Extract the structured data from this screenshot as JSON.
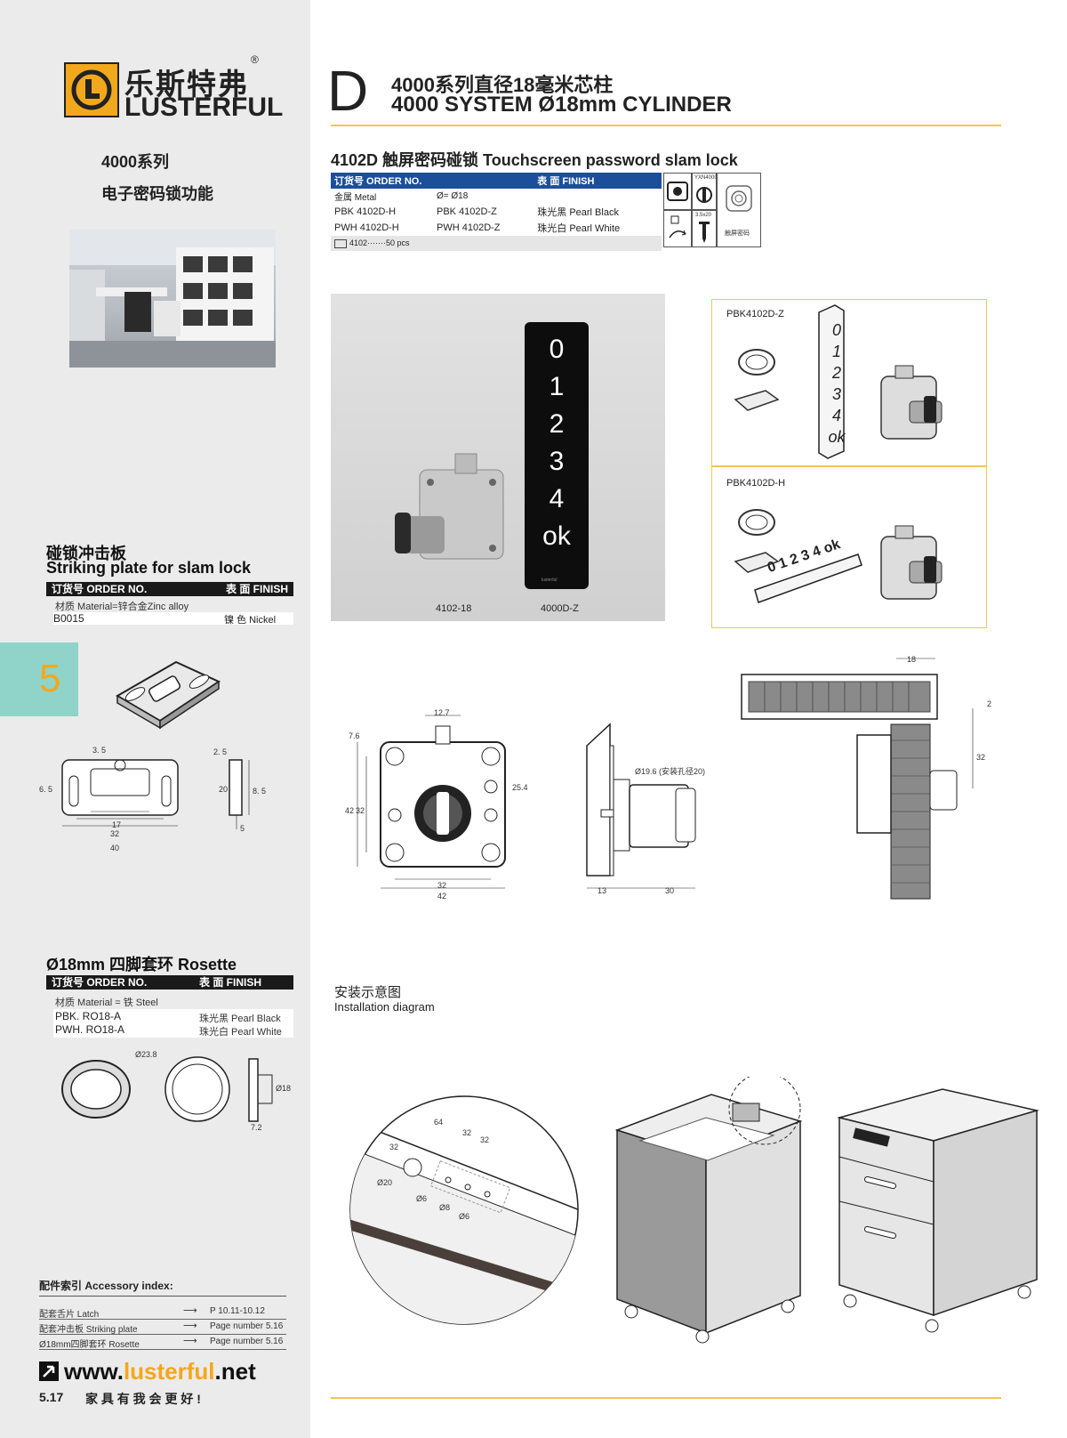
{
  "brand": {
    "name_cn": "乐斯特弗",
    "name_en": "LUSTERFUL",
    "reg_mark": "®"
  },
  "sidebar": {
    "series_title": "4000系列",
    "function_title": "电子密码锁功能",
    "striking_plate": {
      "title_cn": "碰锁冲击板",
      "title_en": "Striking plate for slam lock",
      "header_order": "订货号 ORDER NO.",
      "header_finish": "表 面 FINISH",
      "material": "材质 Material=锌合金Zinc alloy",
      "code": "B0015",
      "finish": "镍 色 Nickel"
    },
    "page_tab": "5",
    "plate_dims": [
      "3. 5",
      "6. 5",
      "17",
      "32",
      "40",
      "2. 5",
      "20",
      "8. 5",
      "5"
    ],
    "rosette": {
      "title": "Ø18mm 四脚套环 Rosette",
      "header_order": "订货号 ORDER NO.",
      "header_finish": "表 面 FINISH",
      "material": "材质 Material = 铁 Steel",
      "rows": [
        {
          "code": "PBK. RO18-A",
          "finish": "珠光黑 Pearl Black"
        },
        {
          "code": "PWH. RO18-A",
          "finish": "珠光白 Pearl White"
        }
      ],
      "dims": [
        "Ø23.8",
        "Ø18",
        "7.2"
      ]
    },
    "accessory": {
      "title": "配件索引 Accessory index:",
      "rows": [
        {
          "label": "配套舌片 Latch",
          "arrow": "⟶",
          "page": "P 10.11-10.12"
        },
        {
          "label": "配套冲击板 Striking plate",
          "arrow": "⟶",
          "page": "Page number 5.16"
        },
        {
          "label": "Ø18mm四脚套环 Rosette",
          "arrow": "⟶",
          "page": "Page number 5.16"
        }
      ]
    },
    "website_pre": "www.",
    "website_mid": "lusterful",
    "website_post": ".net",
    "page_number": "5.17",
    "slogan": "家 具 有 我 会 更 好 !"
  },
  "header": {
    "letter": "D",
    "title_cn": "4000系列直径18毫米芯柱",
    "title_en": "4000 SYSTEM Ø18mm CYLINDER"
  },
  "product": {
    "title": "4102D  触屏密码碰锁 Touchscreen password slam lock",
    "table": {
      "h_order": "订货号 ORDER NO.",
      "h_finish": "表 面 FINISH",
      "rows": [
        {
          "a": "金属  Metal",
          "b": "Ø=   Ø18",
          "c": ""
        },
        {
          "a": "PBK 4102D-H",
          "b": "PBK 4102D-Z",
          "c": "珠光黑 Pearl Black"
        },
        {
          "a": "PWH 4102D-H",
          "b": "PWH 4102D-Z",
          "c": "珠光白 Pearl White"
        }
      ],
      "pack": "4102·······50 pcs"
    },
    "icons": {
      "small_label_1": "YXN4000",
      "small_label_2": "3.5x20",
      "touch_label": "触屏密码"
    },
    "photo": {
      "keypad_digits": [
        "0",
        "1",
        "2",
        "3",
        "4",
        "ok"
      ],
      "caption_left": "4102-18",
      "caption_right": "4000D-Z"
    },
    "variant_z": {
      "label": "PBK4102D-Z",
      "digits": [
        "0",
        "1",
        "2",
        "3",
        "4",
        "ok"
      ]
    },
    "variant_h": {
      "label": "PBK4102D-H",
      "digits": "0 1 2 3 4 ok"
    }
  },
  "drawings": {
    "front_dims": [
      "12.7",
      "7.6",
      "42",
      "32",
      "25.4",
      "32",
      "42"
    ],
    "side_dims": [
      "Ø19.6 (安装孔径20)",
      "13",
      "30"
    ],
    "install_dims": [
      "18",
      "2",
      "32"
    ]
  },
  "installation": {
    "title_cn": "安装示意图",
    "title_en": "Installation diagram",
    "dims": [
      "64",
      "32",
      "32",
      "32",
      "Ø20",
      "Ø6",
      "Ø8",
      "Ø6"
    ]
  }
}
